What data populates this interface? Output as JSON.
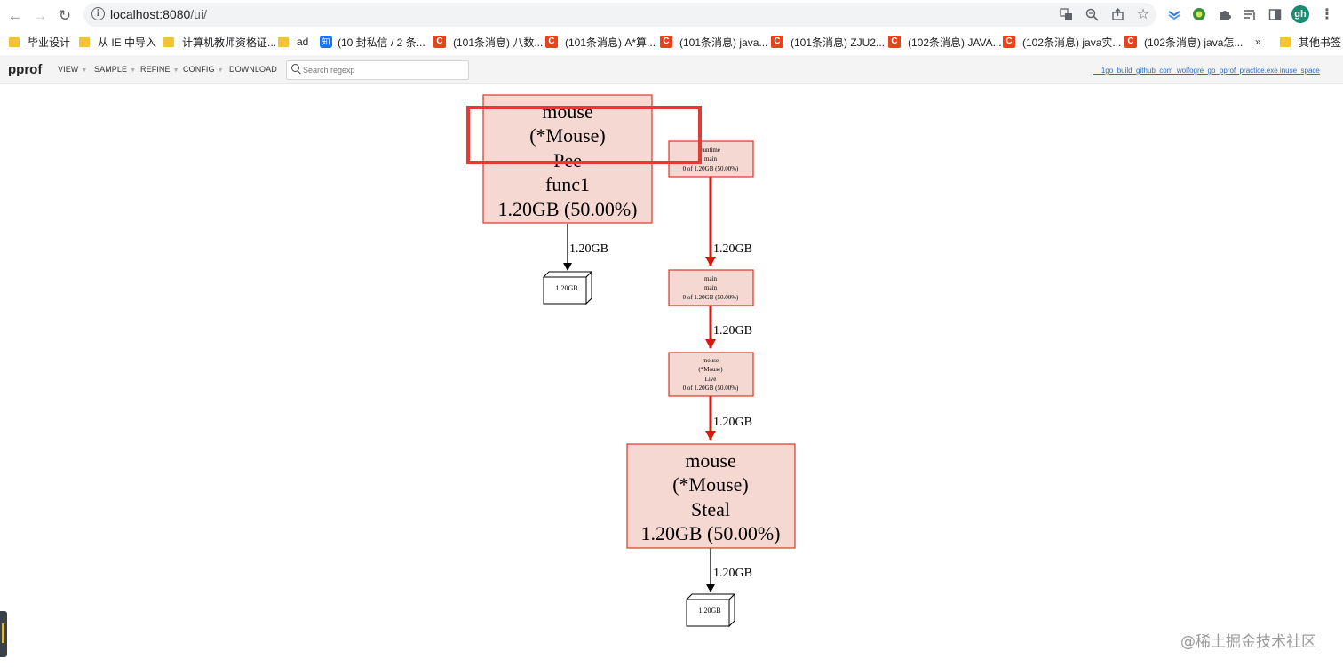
{
  "browser": {
    "url_host": "localhost:8080",
    "url_path": "/ui/",
    "avatar_initials": "gh",
    "bookmarks": [
      {
        "icon": "folder-icon",
        "label": "毕业设计"
      },
      {
        "icon": "folder-icon",
        "label": "从 IE 中导入"
      },
      {
        "icon": "folder-icon",
        "label": "计算机教师资格证..."
      },
      {
        "icon": "folder-icon",
        "label": "ad"
      },
      {
        "icon": "zhihu-icon",
        "label": "(10 封私信 / 2 条..."
      },
      {
        "icon": "csdn-icon",
        "label": "(101条消息) 八数..."
      },
      {
        "icon": "csdn-icon",
        "label": "(101条消息) A*算..."
      },
      {
        "icon": "csdn-icon",
        "label": "(101条消息) java..."
      },
      {
        "icon": "csdn-icon",
        "label": "(101条消息) ZJU2..."
      },
      {
        "icon": "csdn-icon",
        "label": "(102条消息) JAVA..."
      },
      {
        "icon": "csdn-icon",
        "label": "(102条消息) java实..."
      },
      {
        "icon": "csdn-icon",
        "label": "(102条消息) java怎..."
      }
    ],
    "more_bookmarks": "»",
    "other_bookmarks": "其他书签",
    "zhihu_glyph": "知",
    "csdn_glyph": "C"
  },
  "pprof": {
    "title": "pprof",
    "menus": [
      "VIEW",
      "SAMPLE",
      "REFINE",
      "CONFIG",
      "DOWNLOAD"
    ],
    "search_placeholder": "Search regexp",
    "profile_title": "__1go_build_github_com_wolfogre_go_pprof_practice.exe inuse_space"
  },
  "graph": {
    "nodes": {
      "poo": {
        "lines": [
          "mouse",
          "(*Mouse)",
          "Pee",
          "func1",
          "1.20GB (50.00%)"
        ]
      },
      "leaf1": {
        "lines": [
          "1.20GB"
        ]
      },
      "runtime": {
        "lines": [
          "runtime",
          "main",
          "0 of 1.20GB (50.00%)"
        ]
      },
      "main": {
        "lines": [
          "main",
          "main",
          "0 of 1.20GB (50.00%)"
        ]
      },
      "live": {
        "lines": [
          "mouse",
          "(*Mouse)",
          "Live",
          "0 of 1.20GB (50.00%)"
        ]
      },
      "steal": {
        "lines": [
          "mouse",
          "(*Mouse)",
          "Steal",
          "1.20GB (50.00%)"
        ]
      },
      "leaf2": {
        "lines": [
          "1.20GB"
        ]
      }
    },
    "edges": {
      "poo_leaf1": "1.20GB",
      "runtime_main": "1.20GB",
      "main_live": "1.20GB",
      "live_steal": "1.20GB",
      "steal_leaf2": "1.20GB"
    },
    "colors": {
      "node_fill": "#f6d8d3",
      "node_stroke": "#d73a24",
      "hot_edge": "#d61a0c",
      "highlight": "#e53935"
    }
  },
  "watermark": "@稀土掘金技术社区"
}
